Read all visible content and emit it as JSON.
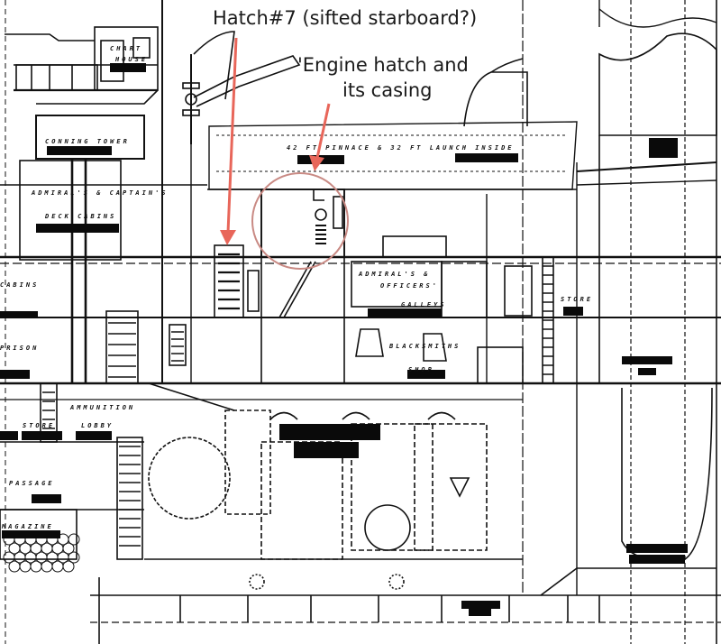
{
  "annotations": {
    "hatch7": {
      "text": "Hatch#7 (sifted starboard?)",
      "arrow_color": "#e8665a"
    },
    "engine_hatch": {
      "line1": "'Engine hatch and",
      "line2": "its casing",
      "arrow_color": "#e8665a",
      "circle_color": "#c98a84"
    }
  },
  "plan_labels": {
    "chart_house_1": "CHART",
    "chart_house_2": "HOUSE",
    "conning_tower": "CONNING TOWER",
    "admirals_captains": "ADMIRAL'S & CAPTAIN'S",
    "deck_cabins": "DECK CABINS",
    "pinnace_launch": "42 FT PINNACE & 32 FT LAUNCH INSIDE",
    "admirals_officers_1": "ADMIRAL'S &",
    "admirals_officers_2": "OFFICERS'",
    "galleys": "GALLEYS",
    "blacksmiths": "BLACKSMITHS",
    "shop": "SHOP",
    "stores": "STORE",
    "ammunition": "AMMUNITION",
    "lobby": "LOBBY",
    "passage": "PASSAGE",
    "magazine": "MAGAZINE",
    "prison": "PRISON",
    "cabin_left": "CABINS",
    "store_right": "STORE"
  },
  "colors": {
    "ink": "#111111",
    "annotation_red": "#e8665a",
    "background": "#ffffff"
  }
}
